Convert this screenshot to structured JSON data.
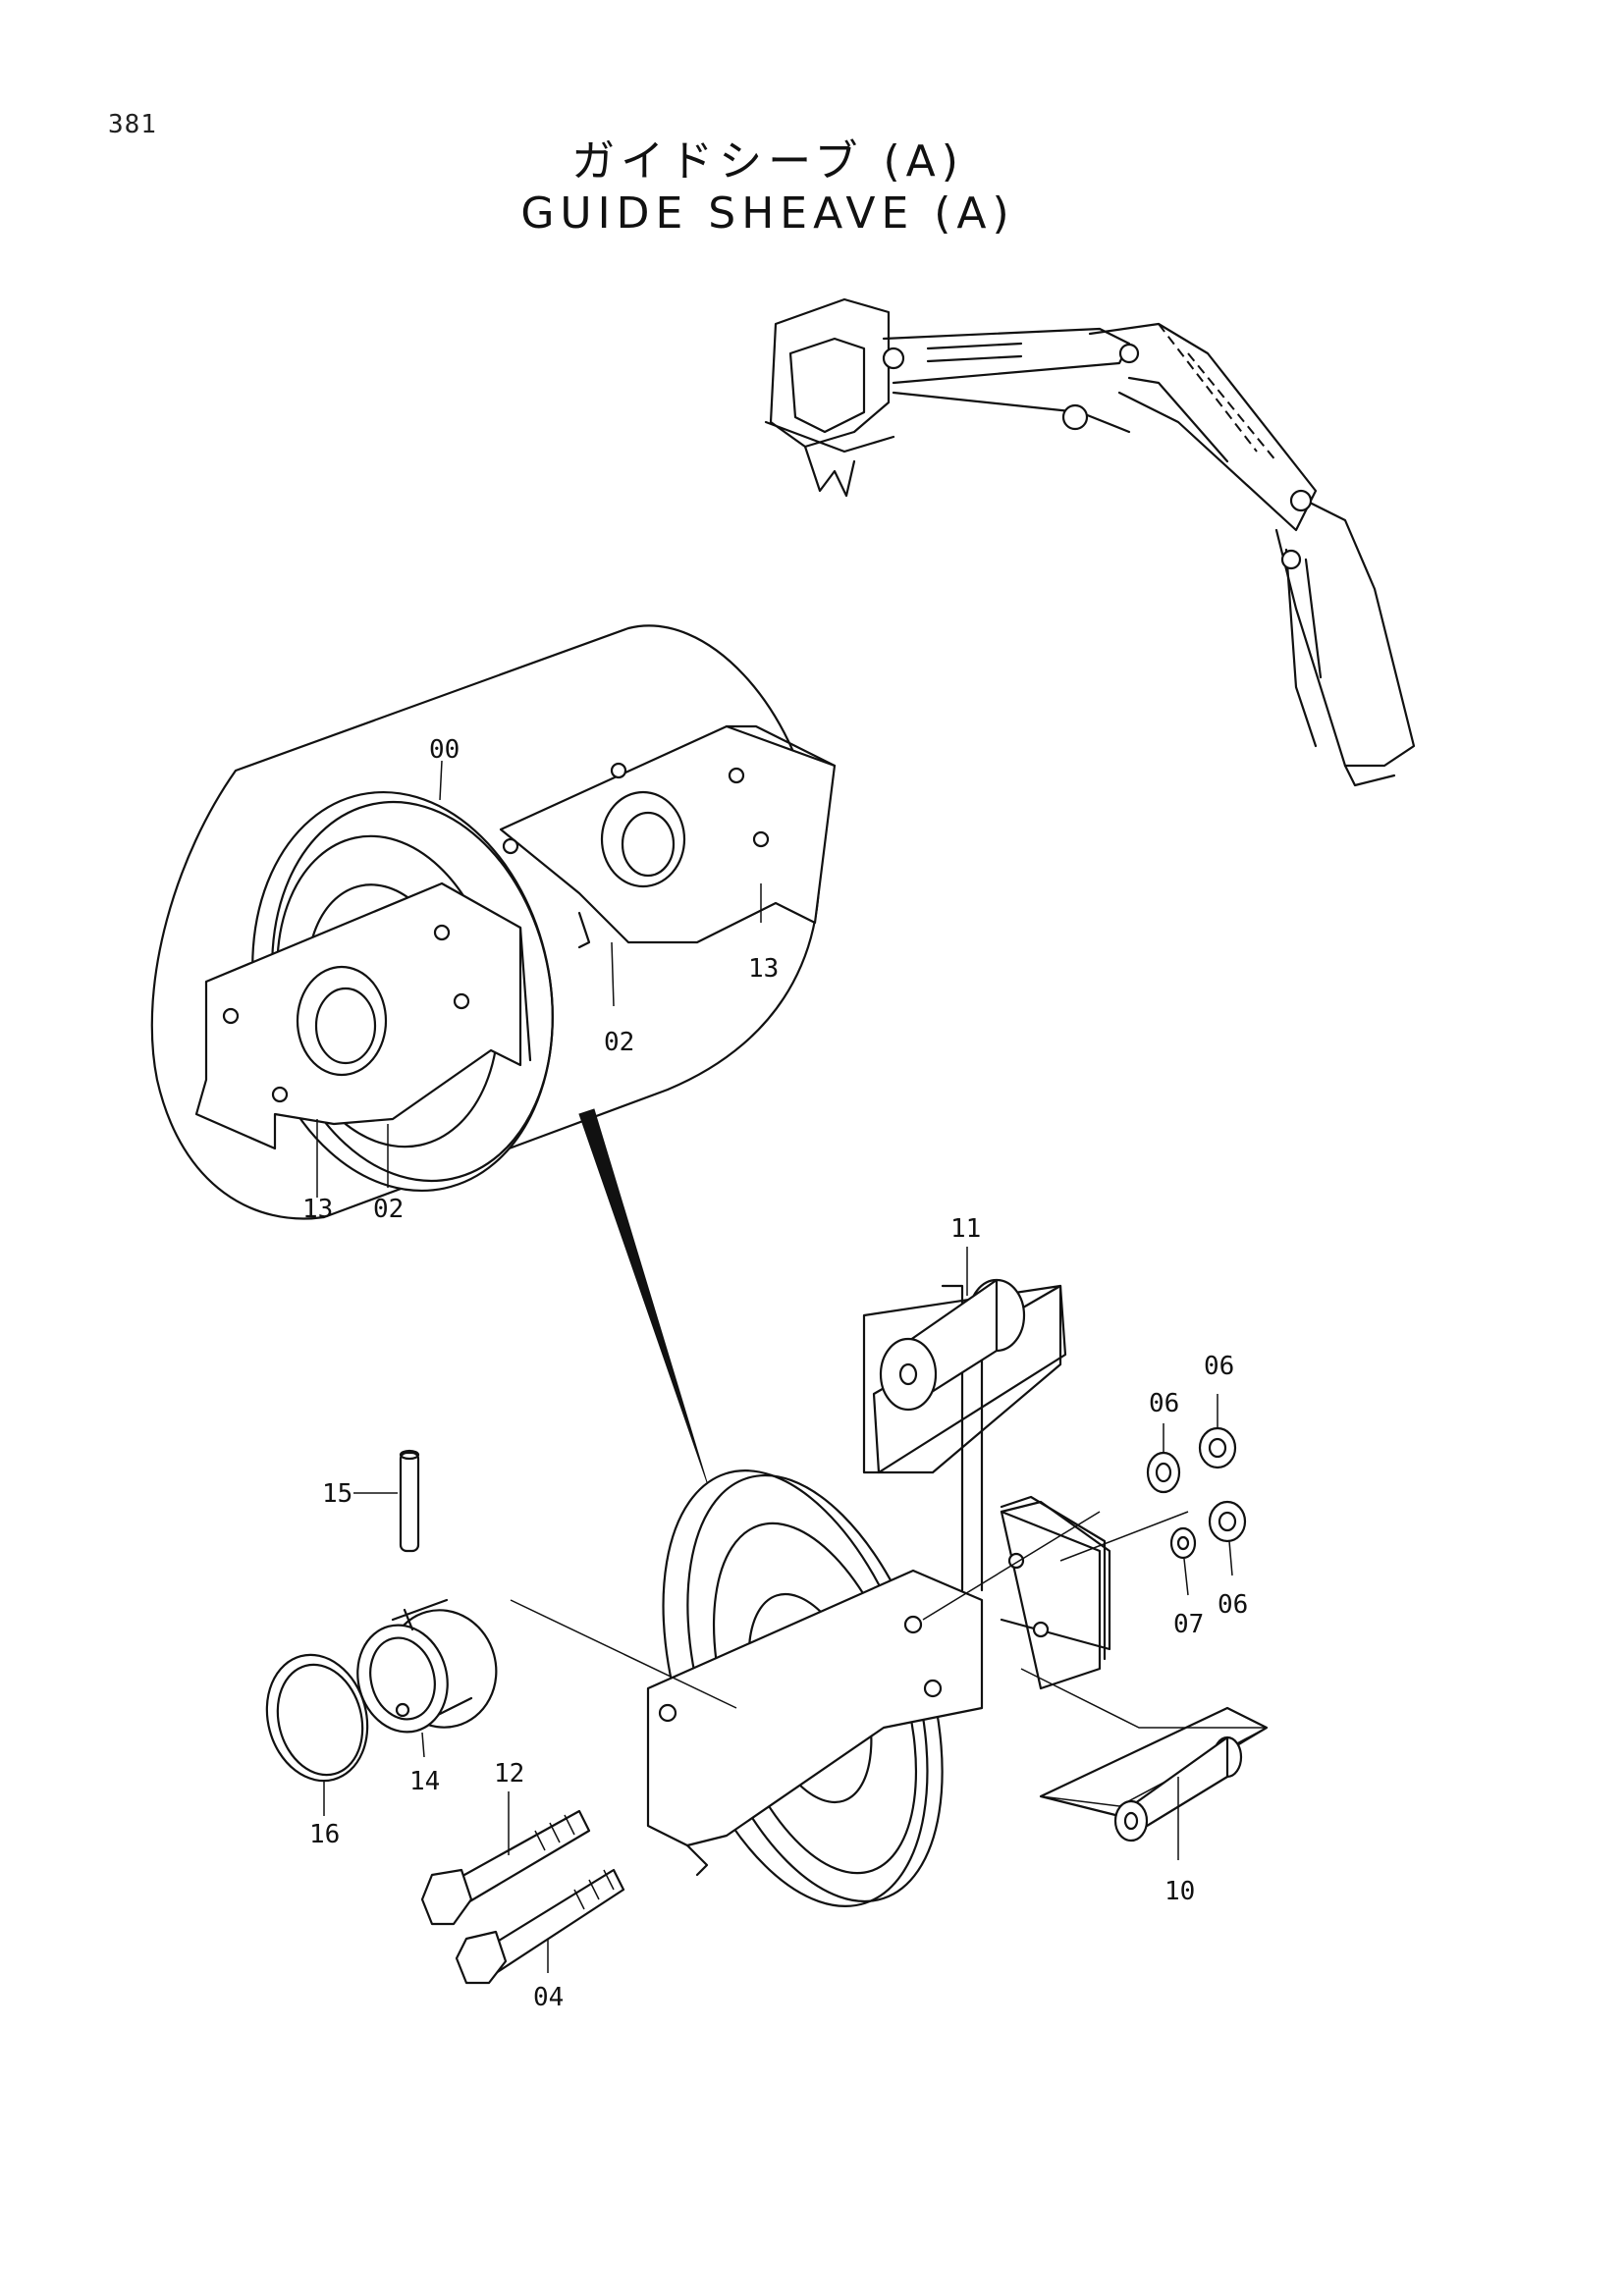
{
  "page": {
    "number": "381"
  },
  "title": {
    "japanese": "ガイドシーブ (A)",
    "english": "GUIDE SHEAVE (A)"
  },
  "callouts": {
    "detail_00": "00",
    "detail_02_right": "02",
    "detail_13_right": "13",
    "detail_13_left": "13",
    "detail_02_left": "02",
    "part_11": "11",
    "part_06_a": "06",
    "part_06_b": "06",
    "part_06_c": "06",
    "part_07": "07",
    "part_15": "15",
    "part_12": "12",
    "part_14": "14",
    "part_16": "16",
    "part_10": "10",
    "part_04": "04"
  }
}
